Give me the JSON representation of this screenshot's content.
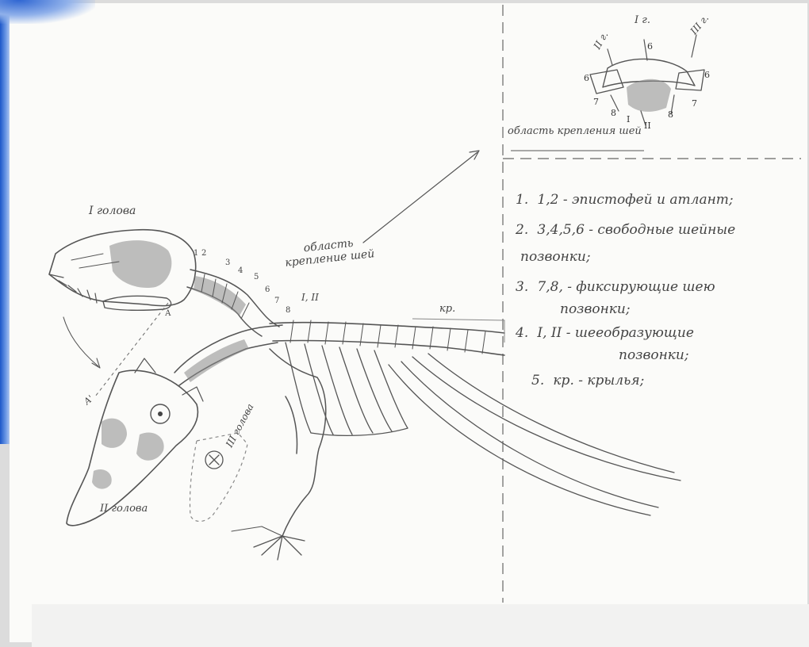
{
  "drawing": {
    "labels": {
      "head_1": "I голова",
      "head_2": "II голова",
      "head_3": "III голова",
      "attach_area": "область крепление шей",
      "attach_area_inset": "область крепления шей",
      "vertebrae_numbers": [
        "1",
        "2",
        "3",
        "4",
        "5",
        "6",
        "7",
        "8"
      ],
      "roman_1_2": "I, II",
      "wing": "кр.",
      "arrow_a": "А",
      "arrow_a2": "А'"
    },
    "inset": {
      "neck_labels": [
        "I г.",
        "II г.",
        "III г."
      ],
      "bone_numbers": [
        "6",
        "6",
        "6",
        "7",
        "7",
        "8",
        "8",
        "I",
        "II"
      ]
    },
    "legend": [
      {
        "num": "1.",
        "text": "1,2 - эпистофей и атлант;"
      },
      {
        "num": "2.",
        "text": "3,4,5,6 - свободные шейные"
      },
      {
        "num": "",
        "text": "позвонки;"
      },
      {
        "num": "3.",
        "text": "7,8, - фиксирующие шею"
      },
      {
        "num": "",
        "text": "позвонки;"
      },
      {
        "num": "4.",
        "text": "I, II - шееобразующие"
      },
      {
        "num": "",
        "text": "позвонки;"
      },
      {
        "num": "5.",
        "text": "кр. - крылья;"
      }
    ]
  }
}
